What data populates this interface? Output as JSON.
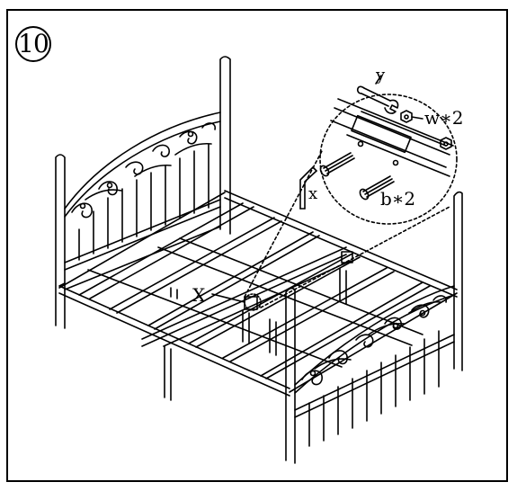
{
  "step_number": "10",
  "labels": {
    "y": "y",
    "w": "w∗2",
    "x_small": "x",
    "b": "b∗2",
    "X": "X"
  },
  "icons": {
    "step_badge": "circled-number",
    "wrench": "wrench-icon",
    "allen_key": "allen-key-icon",
    "nut": "nut-icon",
    "bolt": "bolt-icon"
  },
  "colors": {
    "line": "#000000",
    "background": "#ffffff"
  }
}
